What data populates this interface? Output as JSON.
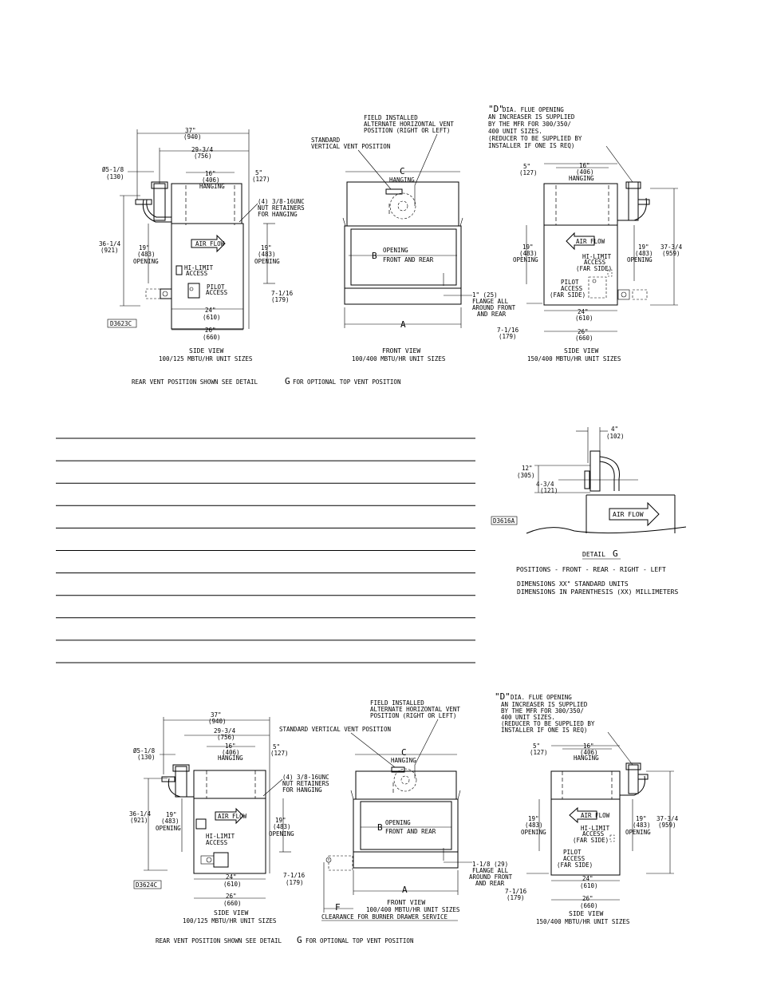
{
  "top": {
    "side1": {
      "dims": {
        "d37": "37\"",
        "d37mm": "(940)",
        "d29": "29-3/4",
        "d29mm": "(756)",
        "d5_18": "Ø5-1/8",
        "d5_18mm": "(130)",
        "d16": "16\"",
        "d16mm": "(406)",
        "hanging": "HANGING",
        "d5": "5\"",
        "d5mm": "(127)",
        "d36": "36-1/4",
        "d36mm": "(921)",
        "d19l": "19\"",
        "d19lmm": "(483)",
        "openl": "OPENING",
        "d19r": "19\"",
        "d19rmm": "(483)",
        "openr": "OPENING",
        "d7": "7-1/16",
        "d7mm": "(179)",
        "d24": "24\"",
        "d24mm": "(610)",
        "d26": "26\"",
        "d26mm": "(660)"
      },
      "nut1": "(4) 3/8-16UNC",
      "nut2": "NUT RETAINERS",
      "nut3": "FOR HANGING",
      "airflow": "AIR FLOW",
      "hilimit1": "HI-LIMIT",
      "hilimit2": "ACCESS",
      "pilot1": "PILOT",
      "pilot2": "ACCESS",
      "code": "D3623C",
      "title1": "SIDE VIEW",
      "title2": "100/125 MBTU/HR UNIT SIZES"
    },
    "front": {
      "field1": "FIELD INSTALLED",
      "field2": "ALTERNATE HORIZONTAL VENT",
      "field3": "POSITION (RIGHT OR LEFT)",
      "std1": "STANDARD",
      "std2": "VERTICAL VENT POSITION",
      "c": "C",
      "hanging": "HANGING",
      "b": "B",
      "open1": "OPENING",
      "open2": "FRONT AND REAR",
      "flange1": "1\" (25)",
      "flange2": "FLANGE ALL",
      "flange3": "AROUND FRONT",
      "flange4": "AND REAR",
      "a": "A",
      "title1": "FRONT VIEW",
      "title2": "100/400 MBTU/HR UNIT SIZES"
    },
    "side2": {
      "flue1": "DIA. FLUE OPENING",
      "flueD": "\"D\"",
      "flue2": "AN INCREASER IS SUPPLIED",
      "flue3": "BY THE MFR FOR 300/350/",
      "flue4": "400 UNIT SIZES.",
      "flue5": "(REDUCER TO BE SUPPLIED BY",
      "flue6": "INSTALLER IF ONE IS REQ)",
      "d5": "5\"",
      "d5mm": "(127)",
      "d16": "16\"",
      "d16mm": "(406)",
      "hanging": "HANGING",
      "d19l": "19\"",
      "d19lmm": "(483)",
      "openl": "OPENING",
      "d19r": "19\"",
      "d19rmm": "(483)",
      "openr": "OPENING",
      "d37": "37-3/4",
      "d37mm": "(959)",
      "airflow": "AIR FLOW",
      "hilimit1": "HI-LIMIT",
      "hilimit2": "ACCESS",
      "hilimit3": "(FAR SIDE)",
      "pilot1": "PILOT",
      "pilot2": "ACCESS",
      "pilot3": "(FAR SIDE)",
      "d24": "24\"",
      "d24mm": "(610)",
      "d7": "7-1/16",
      "d7mm": "(179)",
      "d26": "26\"",
      "d26mm": "(660)",
      "title1": "SIDE VIEW",
      "title2": "150/400 MBTU/HR UNIT SIZES"
    },
    "note_a": "REAR VENT POSITION SHOWN   SEE DETAIL",
    "note_g": "G",
    "note_b": "FOR OPTIONAL TOP VENT POSITION"
  },
  "detail": {
    "d4": "4\"",
    "d4mm": "(102)",
    "d12": "12\"",
    "d12mm": "(305)",
    "d434": "4-3/4",
    "d434mm": "(121)",
    "airflow": "AIR FLOW",
    "code": "D3616A",
    "title": "DETAIL",
    "title_g": "G",
    "positions": "POSITIONS - FRONT - REAR - RIGHT - LEFT",
    "dim1": "DIMENSIONS XX\" STANDARD UNITS",
    "dim2": "DIMENSIONS IN PARENTHESIS (XX) MILLIMETERS"
  },
  "bottom": {
    "side1": {
      "dims": {
        "d37": "37\"",
        "d37mm": "(940)",
        "d29": "29-3/4",
        "d29mm": "(756)",
        "d5_18": "Ø5-1/8",
        "d5_18mm": "(130)",
        "d16": "16\"",
        "d16mm": "(406)",
        "hanging": "HANGING",
        "d5": "5\"",
        "d5mm": "(127)",
        "d36": "36-1/4",
        "d36mm": "(921)",
        "d19l": "19\"",
        "d19lmm": "(483)",
        "openl": "OPENING",
        "d19r": "19\"",
        "d19rmm": "(483)",
        "openr": "OPENING",
        "d7": "7-1/16",
        "d7mm": "(179)",
        "d24": "24\"",
        "d24mm": "(610)",
        "d26": "26\"",
        "d26mm": "(660)"
      },
      "nut1": "(4) 3/8-16UNC",
      "nut2": "NUT RETAINERS",
      "nut3": "FOR HANGING",
      "airflow": "AIR FLOW",
      "hilimit1": "HI-LIMIT",
      "hilimit2": "ACCESS",
      "code": "D3624C",
      "title1": "SIDE VIEW",
      "title2": "100/125 MBTU/HR UNIT SIZES"
    },
    "front": {
      "field1": "FIELD INSTALLED",
      "field2": "ALTERNATE HORIZONTAL VENT",
      "field3": "POSITION (RIGHT OR LEFT)",
      "std": "STANDARD VERTICAL VENT POSITION",
      "c": "C",
      "hanging": "HANGING",
      "b": "B",
      "open1": "OPENING",
      "open2": "FRONT AND REAR",
      "flange1": "1-1/8 (29)",
      "flange2": "FLANGE ALL",
      "flange3": "AROUND FRONT",
      "flange4": "AND REAR",
      "a": "A",
      "f": "F",
      "title1": "FRONT VIEW",
      "title2": "100/400 MBTU/HR UNIT SIZES",
      "title3": "CLEARANCE FOR BURNER DRAWER SERVICE"
    },
    "side2": {
      "flue1": "DIA. FLUE OPENING",
      "flueD": "\"D\"",
      "flue2": "AN INCREASER IS SUPPLIED",
      "flue3": "BY THE MFR FOR 300/350/",
      "flue4": "400 UNIT SIZES.",
      "flue5": "(REDUCER TO BE SUPPLIED BY",
      "flue6": "INSTALLER IF ONE IS REQ)",
      "d5": "5\"",
      "d5mm": "(127)",
      "d16": "16\"",
      "d16mm": "(406)",
      "hanging": "HANGING",
      "d19l": "19\"",
      "d19lmm": "(483)",
      "openl": "OPENING",
      "d19r": "19\"",
      "d19rmm": "(483)",
      "openr": "OPENING",
      "d37": "37-3/4",
      "d37mm": "(959)",
      "airflow": "AIR FLOW",
      "hilimit1": "HI-LIMIT",
      "hilimit2": "ACCESS",
      "hilimit3": "(FAR SIDE)",
      "pilot1": "PILOT",
      "pilot2": "ACCESS",
      "pilot3": "(FAR SIDE)",
      "d24": "24\"",
      "d24mm": "(610)",
      "d7": "7-1/16",
      "d7mm": "(179)",
      "d26": "26\"",
      "d26mm": "(660)",
      "title1": "SIDE VIEW",
      "title2": "150/400 MBTU/HR UNIT SIZES"
    },
    "note_a": "REAR VENT POSITION SHOWN   SEE DETAIL",
    "note_g": "G",
    "note_b": "FOR OPTIONAL TOP VENT POSITION"
  },
  "table": {
    "rows": 10
  }
}
